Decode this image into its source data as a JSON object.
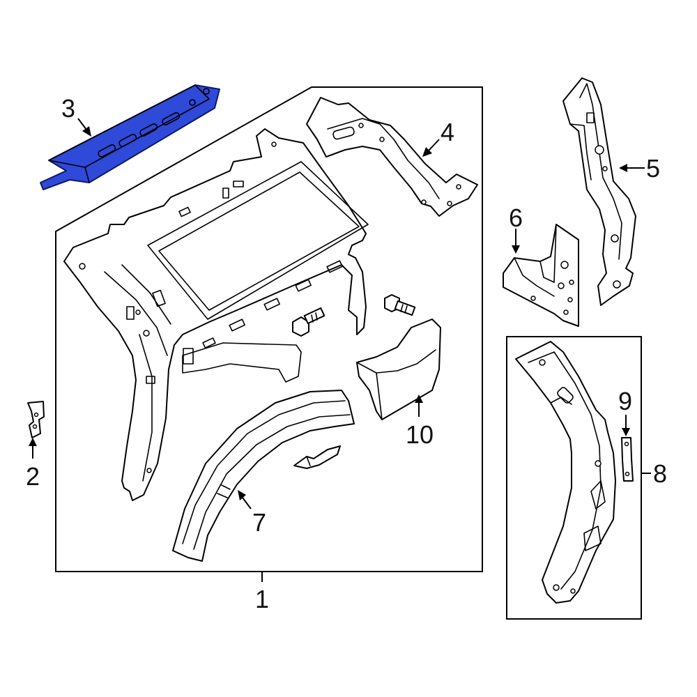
{
  "colors": {
    "highlight_fill": "#2f49d8",
    "line": "#000000",
    "background": "#ffffff"
  },
  "callouts": {
    "c1": "1",
    "c2": "2",
    "c3": "3",
    "c4": "4",
    "c5": "5",
    "c6": "6",
    "c7": "7",
    "c8": "8",
    "c9": "9",
    "c10": "10"
  },
  "highlighted_part": "3"
}
